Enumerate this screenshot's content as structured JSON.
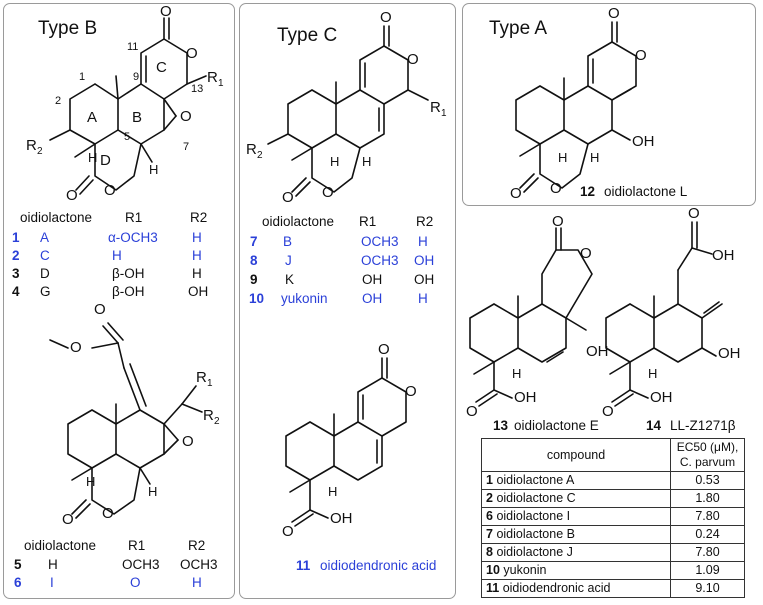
{
  "panel_b": {
    "title": "Type B",
    "ring_labels": [
      "A",
      "B",
      "C",
      "D"
    ],
    "atom_numbers": [
      "1",
      "2",
      "5",
      "7",
      "9",
      "11",
      "13"
    ],
    "substituents": [
      "R1",
      "R2",
      "O",
      "O",
      "O",
      "O",
      "O",
      "H",
      "H"
    ],
    "table1": {
      "headers": [
        "oidiolactone",
        "R1",
        "R2"
      ],
      "rows": [
        {
          "num": "1",
          "name": "A",
          "r1": "α-OCH3",
          "r2": "H",
          "blue": true
        },
        {
          "num": "2",
          "name": "C",
          "r1": "H",
          "r2": "H",
          "blue": true
        },
        {
          "num": "3",
          "name": "D",
          "r1": "β-OH",
          "r2": "H",
          "blue": false
        },
        {
          "num": "4",
          "name": "G",
          "r1": "β-OH",
          "r2": "OH",
          "blue": false
        }
      ]
    },
    "table2": {
      "headers": [
        "oidiolactone",
        "R1",
        "R2"
      ],
      "rows": [
        {
          "num": "5",
          "name": "H",
          "r1": "OCH3",
          "r2": "OCH3",
          "blue": false
        },
        {
          "num": "6",
          "name": "I",
          "r1": "O",
          "r2": "H",
          "blue": true
        }
      ]
    }
  },
  "panel_c": {
    "title": "Type C",
    "table": {
      "headers": [
        "oidiolactone",
        "R1",
        "R2"
      ],
      "rows": [
        {
          "num": "7",
          "name": "B",
          "r1": "OCH3",
          "r2": "H",
          "blue": true
        },
        {
          "num": "8",
          "name": "J",
          "r1": "OCH3",
          "r2": "OH",
          "blue": true
        },
        {
          "num": "9",
          "name": "K",
          "r1": "OH",
          "r2": "OH",
          "blue": false
        },
        {
          "num": "10",
          "name": "yukonin",
          "r1": "OH",
          "r2": "H",
          "blue": true
        }
      ]
    },
    "compound11": {
      "num": "11",
      "name": "oidiodendronic acid"
    }
  },
  "panel_a": {
    "title": "Type A",
    "compound12": {
      "num": "12",
      "name": "oidiolactone L"
    }
  },
  "compound13": {
    "num": "13",
    "name": "oidiolactone E"
  },
  "compound14": {
    "num": "14",
    "name": "LL-Z1271β"
  },
  "ec_table": {
    "headers": [
      "compound",
      "EC50 (μM), C. parvum"
    ],
    "rows": [
      {
        "num": "1",
        "name": "oidiolactone A",
        "value": "0.53"
      },
      {
        "num": "2",
        "name": "oidiolactone C",
        "value": "1.80"
      },
      {
        "num": "6",
        "name": "oidiolactone I",
        "value": "7.80"
      },
      {
        "num": "7",
        "name": "oidiolactone B",
        "value": "0.24"
      },
      {
        "num": "8",
        "name": "oidiolactone J",
        "value": "7.80"
      },
      {
        "num": "10",
        "name": "yukonin",
        "value": "1.09"
      },
      {
        "num": "11",
        "name": "oidiodendronic acid",
        "value": "9.10"
      }
    ]
  },
  "colors": {
    "highlight": "#2b40d8",
    "border": "#9a9a9a"
  }
}
